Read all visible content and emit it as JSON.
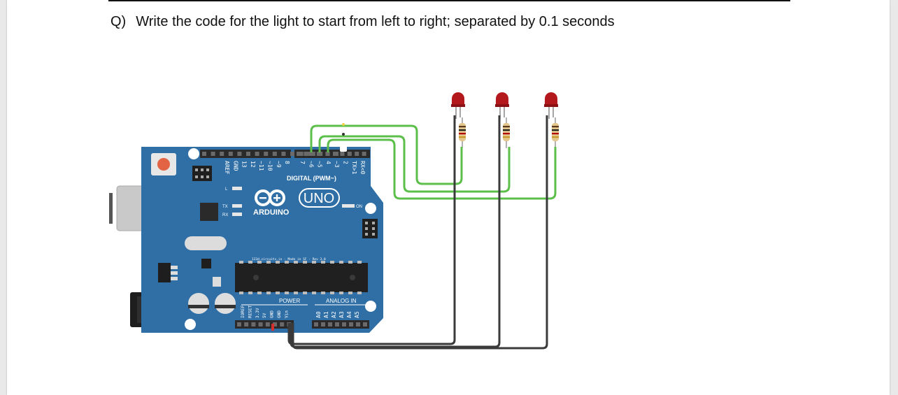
{
  "question": {
    "number": "Q)",
    "text": "Write the code for the light to start from left to right; separated by 0.1 seconds"
  },
  "board": {
    "digital_label": "DIGITAL (PWM~)",
    "uno_label": "UNO",
    "brand_label": "ARDUINO",
    "on_label": "ON",
    "power_label": "POWER",
    "analog_label": "ANALOG IN",
    "credit_line": "123d.circuits.io - Made in SF - Rev 3.0",
    "led_labels": [
      "L",
      "TX",
      "RX"
    ],
    "top_pins": [
      "AREF",
      "GND",
      "13",
      "12",
      "~11",
      "~10",
      "~9",
      "8",
      "7",
      "~6",
      "~5",
      "4",
      "~3",
      "2",
      "TX>1",
      "RX<0"
    ],
    "power_pins": [
      "IOREF",
      "RESET",
      "3.3V",
      "5V",
      "GND",
      "GND",
      "Vin"
    ],
    "analog_pins": [
      "A0",
      "A1",
      "A2",
      "A3",
      "A4",
      "A5"
    ],
    "color": "#2f6fa6"
  },
  "circuit": {
    "signal_wire_color": "#5cbf4a",
    "ground_wire_color": "#3a3a3a",
    "led_color": "#b3191c"
  }
}
